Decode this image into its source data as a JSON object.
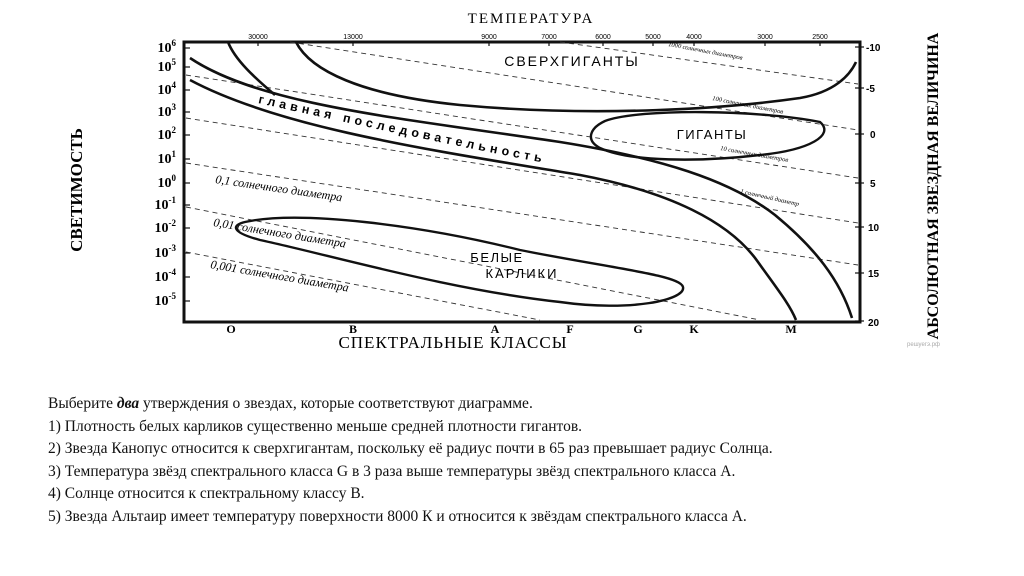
{
  "diagram": {
    "title_top": "ТЕМПЕРАТУРА",
    "title_bottom": "СПЕКТРАЛЬНЫЕ КЛАССЫ",
    "left_axis_label": "СВЕТИМОСТЬ",
    "right_axis_label": "АБСОЛЮТНАЯ ЗВЕЗДНАЯ ВЕЛИЧИНА",
    "temperature_ticks": [
      "30000",
      "13000",
      "9000",
      "7000",
      "6000",
      "5000",
      "4000",
      "3000",
      "2500"
    ],
    "spectral_classes": [
      "O",
      "B",
      "A",
      "F",
      "G",
      "K",
      "M"
    ],
    "luminosity_ticks": [
      {
        "base": "10",
        "exp": "6"
      },
      {
        "base": "10",
        "exp": "5"
      },
      {
        "base": "10",
        "exp": "4"
      },
      {
        "base": "10",
        "exp": "3"
      },
      {
        "base": "10",
        "exp": "2"
      },
      {
        "base": "10",
        "exp": "1"
      },
      {
        "base": "10",
        "exp": "0"
      },
      {
        "base": "10",
        "exp": "-1"
      },
      {
        "base": "10",
        "exp": "-2"
      },
      {
        "base": "10",
        "exp": "-3"
      },
      {
        "base": "10",
        "exp": "-4"
      },
      {
        "base": "10",
        "exp": "-5"
      }
    ],
    "magnitude_ticks": [
      "-10",
      "-5",
      "0",
      "5",
      "10",
      "15",
      "20"
    ],
    "regions": {
      "supergiants": "СВЕРХГИГАНТЫ",
      "giants": "ГИГАНТЫ",
      "main_sequence": "главная последовательность",
      "white_dwarfs_line1": "БЕЛЫЕ",
      "white_dwarfs_line2": "КАРЛИКИ"
    },
    "diameter_lines": {
      "d1000": "1000 солнечных диаметров",
      "d100": "100 солнечных диаметров",
      "d10": "10 солнечных диаметров",
      "d1": "1 солнечный диаметр",
      "d01": "0,1 солнечного диаметра",
      "d001": "0,01 солнечного диаметра",
      "d0001": "0,001 солнечного диаметра"
    },
    "watermark": "решуегэ.рф"
  },
  "question": {
    "intro_before": "Выберите ",
    "intro_emph": "два",
    "intro_after": " утверждения о звездах, которые соответствуют диаграмме.",
    "options": [
      "1) Плотность белых карликов существенно меньше средней плотности гигантов.",
      "2) Звезда Канопус относится к сверхгигантам, поскольку её радиус почти в 65 раз превышает радиус Солнца.",
      "3) Температура звёзд спектрального класса G в 3 раза выше температуры звёзд спектрального класса A.",
      "4) Солнце относится к спектральному классу B.",
      "5) Звезда Альтаир имеет температуру поверхности 8000 К и относится к звёздам спектрального класса A."
    ]
  }
}
